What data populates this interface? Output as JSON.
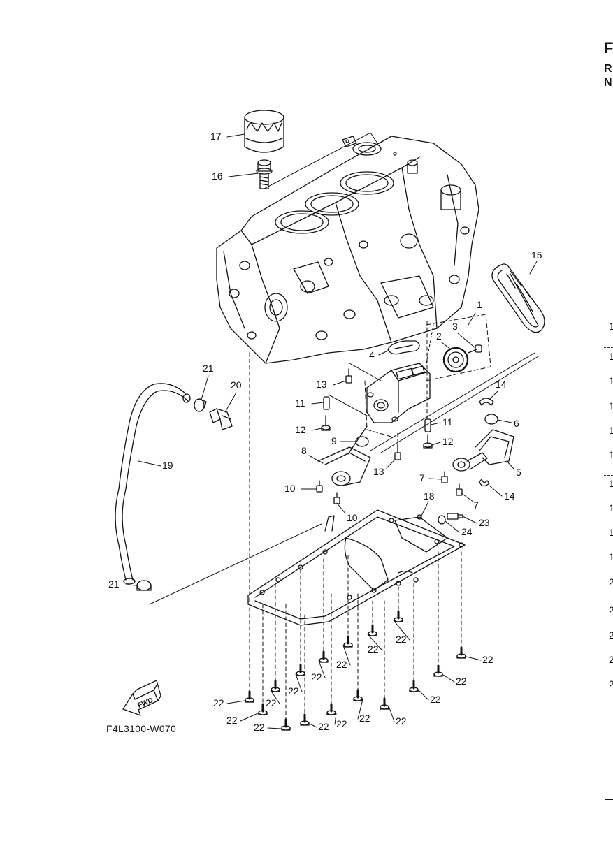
{
  "diagram_code": "F4L3100-W070",
  "fwd_label": "FWD",
  "right_header": [
    "F",
    "R",
    "N"
  ],
  "margin_numbers": [
    "1",
    "1",
    "1",
    "1",
    "1",
    "1",
    "1",
    "1",
    "1",
    "1",
    "2",
    "2",
    "2",
    "2",
    "2"
  ],
  "callouts": [
    "1",
    "2",
    "3",
    "4",
    "5",
    "6",
    "7",
    "7",
    "8",
    "9",
    "10",
    "10",
    "11",
    "11",
    "12",
    "12",
    "13",
    "13",
    "14",
    "14",
    "15",
    "16",
    "17",
    "18",
    "19",
    "20",
    "21",
    "21",
    "22",
    "23",
    "24"
  ]
}
